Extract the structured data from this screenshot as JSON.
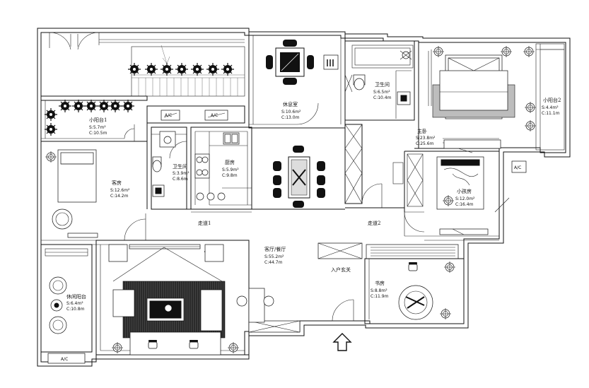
{
  "rooms": {
    "balcony_small_1": {
      "name": "小阳台1",
      "s": "S:5.7m²",
      "c": "C:10.5m"
    },
    "guest_room": {
      "name": "客房",
      "s": "S:12.6m²",
      "c": "C:14.2m"
    },
    "bath_1": {
      "name": "卫生间",
      "s": "S:3.9m²",
      "c": "C:8.6m"
    },
    "kitchen": {
      "name": "厨房",
      "s": "S:5.9m²",
      "c": "C:9.8m"
    },
    "lounge": {
      "name": "休息室",
      "s": "S:10.6m²",
      "c": "C:13.0m"
    },
    "bath_2": {
      "name": "卫生间",
      "s": "S:6.5m²",
      "c": "C:10.4m"
    },
    "master_bedroom": {
      "name": "主卧",
      "s": "S:23.8m²",
      "c": "C:25.6m"
    },
    "balcony_small_2": {
      "name": "小阳台2",
      "s": "S:4.4m²",
      "c": "C:11.1m"
    },
    "kids_room": {
      "name": "小孩房",
      "s": "S:12.0m²",
      "c": "C:16.4m"
    },
    "corridor_1": {
      "name": "走道1"
    },
    "corridor_2": {
      "name": "走道2"
    },
    "living_dining": {
      "name": "客厅/餐厅",
      "s": "S:55.2m²",
      "c": "C:44.7m"
    },
    "entrance": {
      "name": "入户玄关"
    },
    "study": {
      "name": "书房",
      "s": "S:8.8m²",
      "c": "C:11.9m"
    },
    "balcony_garden": {
      "name": "休闲阳台",
      "s": "S:6.4m²",
      "c": "C:10.8m"
    }
  },
  "ac_units": [
    "A/C",
    "A/C",
    "A/C",
    "A/C"
  ]
}
